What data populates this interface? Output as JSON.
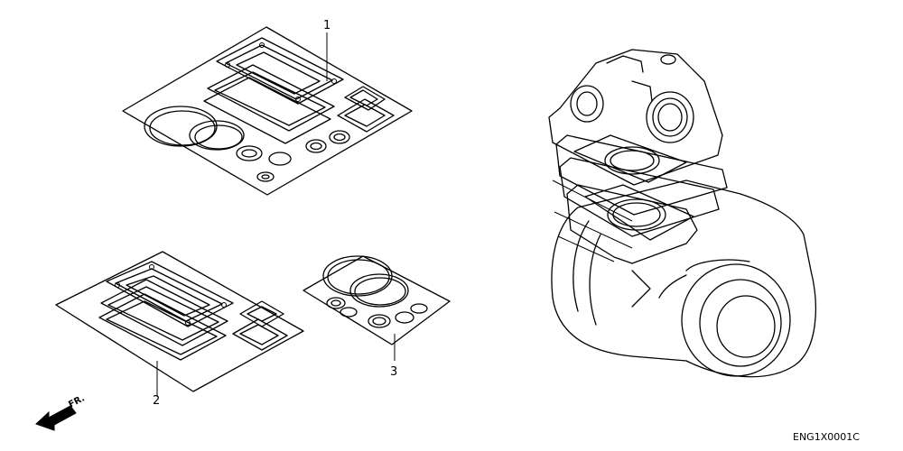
{
  "diagram": {
    "callouts": {
      "part1": "1",
      "part2": "2",
      "part3": "3"
    },
    "direction_label": "FR.",
    "figure_code": "ENG1X0001C"
  }
}
